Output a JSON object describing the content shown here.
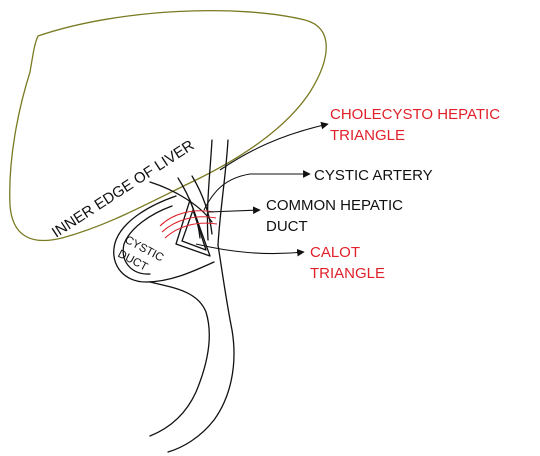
{
  "colors": {
    "liver_outline": "#7a7a22",
    "line": "#111111",
    "highlight_label": "#e0202a",
    "normal_label": "#111111",
    "triangle_marks": "#e0202a"
  },
  "labels": {
    "liver_edge": "INNER EDGE OF LIVER",
    "cystic_duct_line1": "CYSTIC",
    "cystic_duct_line2": "DUCT",
    "cholecysto_hepatic_line1": "CHOLECYSTO HEPATIC",
    "cholecysto_hepatic_line2": "TRIANGLE",
    "cystic_artery": "CYSTIC ARTERY",
    "common_hepatic_line1": "COMMON HEPATIC",
    "common_hepatic_line2": "DUCT",
    "calot_line1": "CALOT",
    "calot_line2": "TRIANGLE"
  }
}
